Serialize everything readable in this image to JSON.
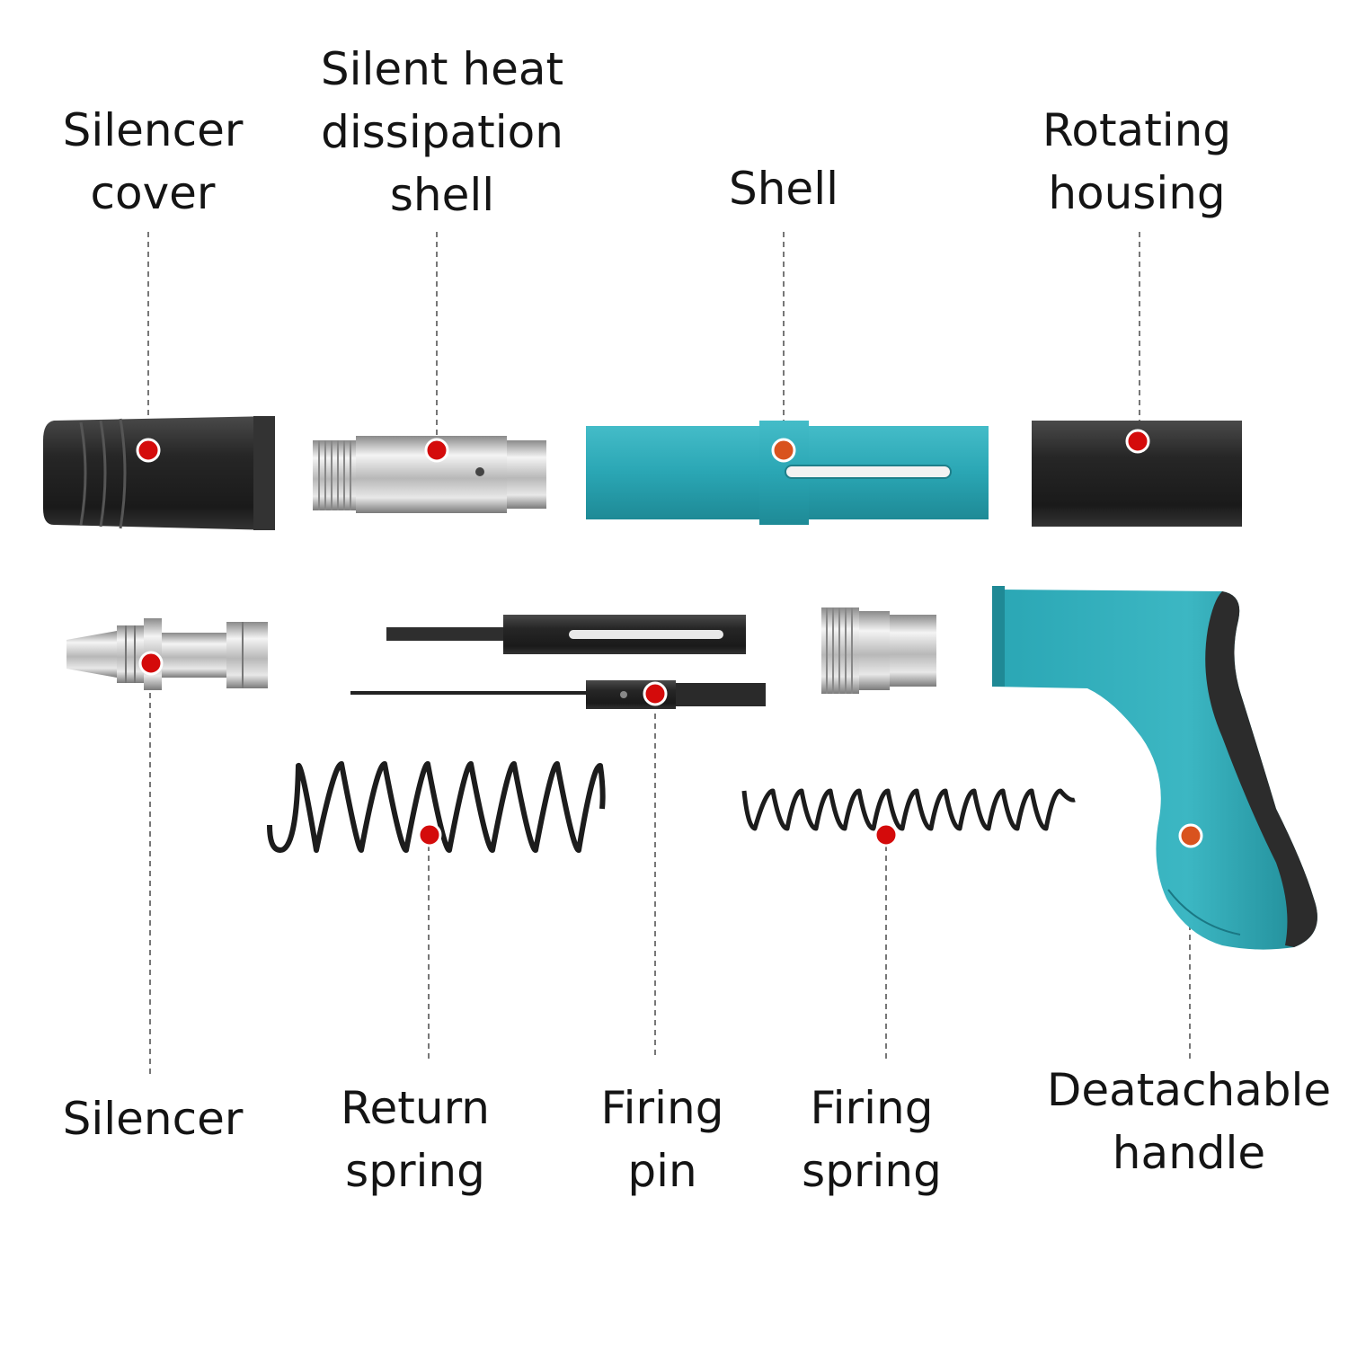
{
  "labels": {
    "silencer_cover": [
      "Silencer",
      "cover"
    ],
    "heat_shell": [
      "Silent heat",
      "dissipation",
      "shell"
    ],
    "shell": [
      "Shell"
    ],
    "rotating_housing": [
      "Rotating",
      "housing"
    ],
    "silencer": [
      "Silencer"
    ],
    "return_spring": [
      "Return",
      "spring"
    ],
    "firing_pin": [
      "Firing",
      "pin"
    ],
    "firing_spring": [
      "Firing",
      "spring"
    ],
    "handle": [
      "Deatachable",
      "handle"
    ]
  },
  "colors": {
    "teal": "#2aa6b4",
    "teal_dark": "#1f8995",
    "black_part": "#2a2a2a",
    "metal": "#c9c9c9",
    "marker": "#d40b0b",
    "marker_alt": "#d9531e",
    "leader": "#777777"
  }
}
